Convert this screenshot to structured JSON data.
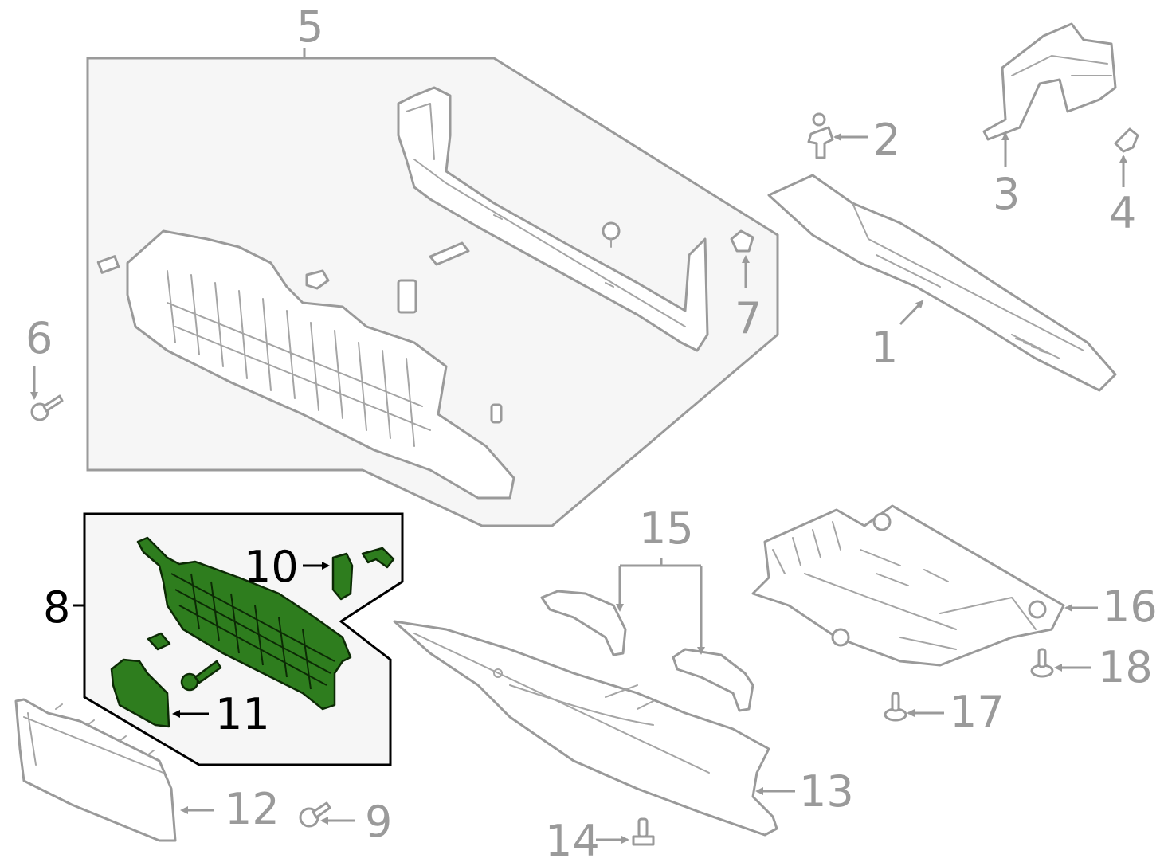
{
  "diagram": {
    "callouts": [
      {
        "id": "1",
        "text": "1"
      },
      {
        "id": "2",
        "text": "2"
      },
      {
        "id": "3",
        "text": "3"
      },
      {
        "id": "4",
        "text": "4"
      },
      {
        "id": "5",
        "text": "5"
      },
      {
        "id": "6",
        "text": "6"
      },
      {
        "id": "7",
        "text": "7"
      },
      {
        "id": "8",
        "text": "8"
      },
      {
        "id": "9",
        "text": "9"
      },
      {
        "id": "10",
        "text": "10"
      },
      {
        "id": "11",
        "text": "11"
      },
      {
        "id": "12",
        "text": "12"
      },
      {
        "id": "13",
        "text": "13"
      },
      {
        "id": "14",
        "text": "14"
      },
      {
        "id": "15",
        "text": "15"
      },
      {
        "id": "16",
        "text": "16"
      },
      {
        "id": "17",
        "text": "17"
      },
      {
        "id": "18",
        "text": "18"
      }
    ],
    "colors": {
      "line": "#9a9a9a",
      "highlight": "#2e7d1e",
      "highlight_outline": "#0c2a05",
      "group_fill": "#f6f6f6",
      "highlight_label": "#000000"
    }
  }
}
